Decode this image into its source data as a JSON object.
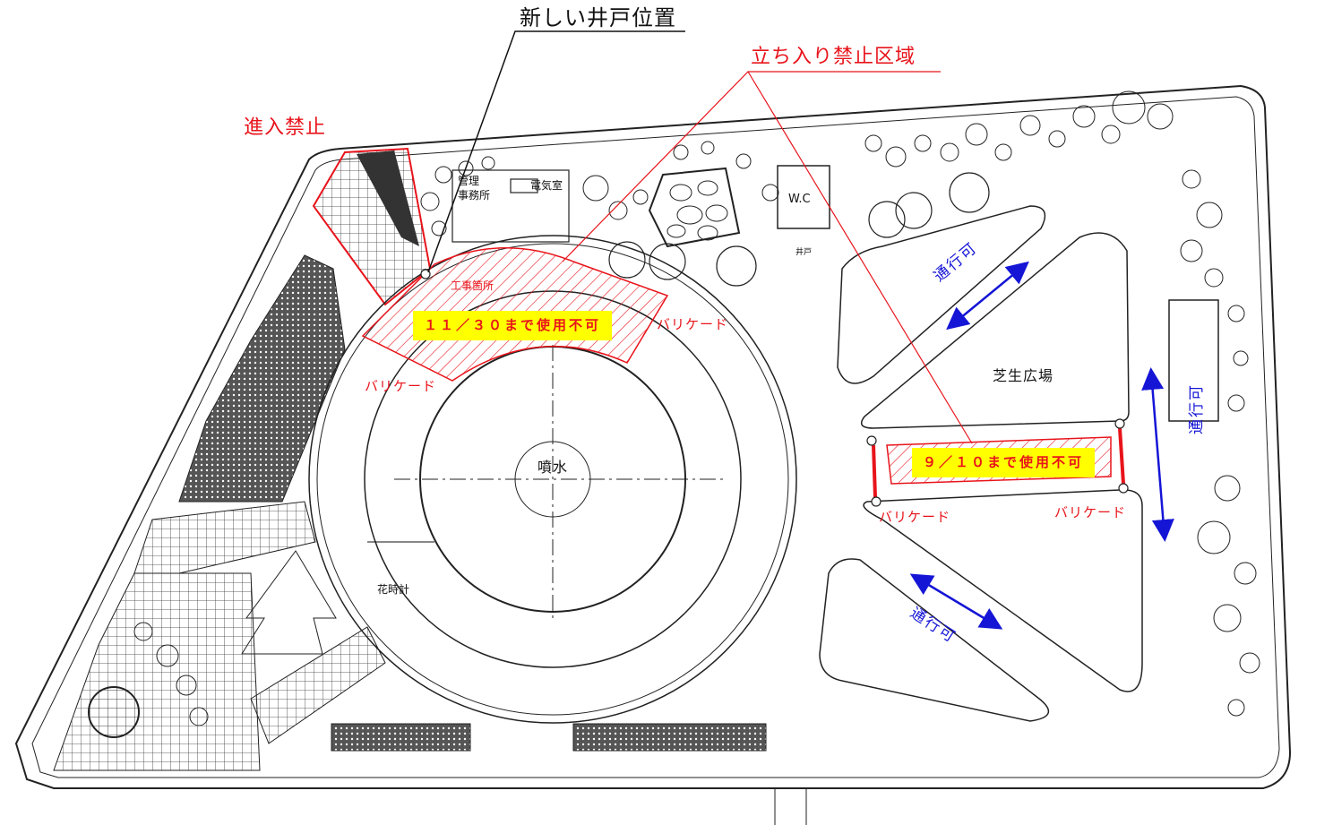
{
  "callouts": {
    "new_well": "新しい井戸位置",
    "restricted_zone": "立ち入り禁止区域",
    "no_entry": "進入禁止"
  },
  "notices": {
    "construction_area": "工事箇所",
    "closed_until_1130": "１１／３０まで使用不可",
    "closed_until_910": "９／１０まで使用不可"
  },
  "barricade_label": "バリケード",
  "buildings": {
    "kanri": "管理",
    "jimusho": "事務所",
    "denkishitsu": "電気室",
    "wc": "W.C",
    "ido": "井戸"
  },
  "areas": {
    "fountain": "噴水",
    "lawn_plaza": "芝生広場",
    "flower_clock": "花時計"
  },
  "passable_label": "通行可",
  "colors": {
    "restricted": "#e8141b",
    "notice_bg": "#ffff00",
    "passable_arrow": "#1515d6",
    "linework": "#222222"
  }
}
